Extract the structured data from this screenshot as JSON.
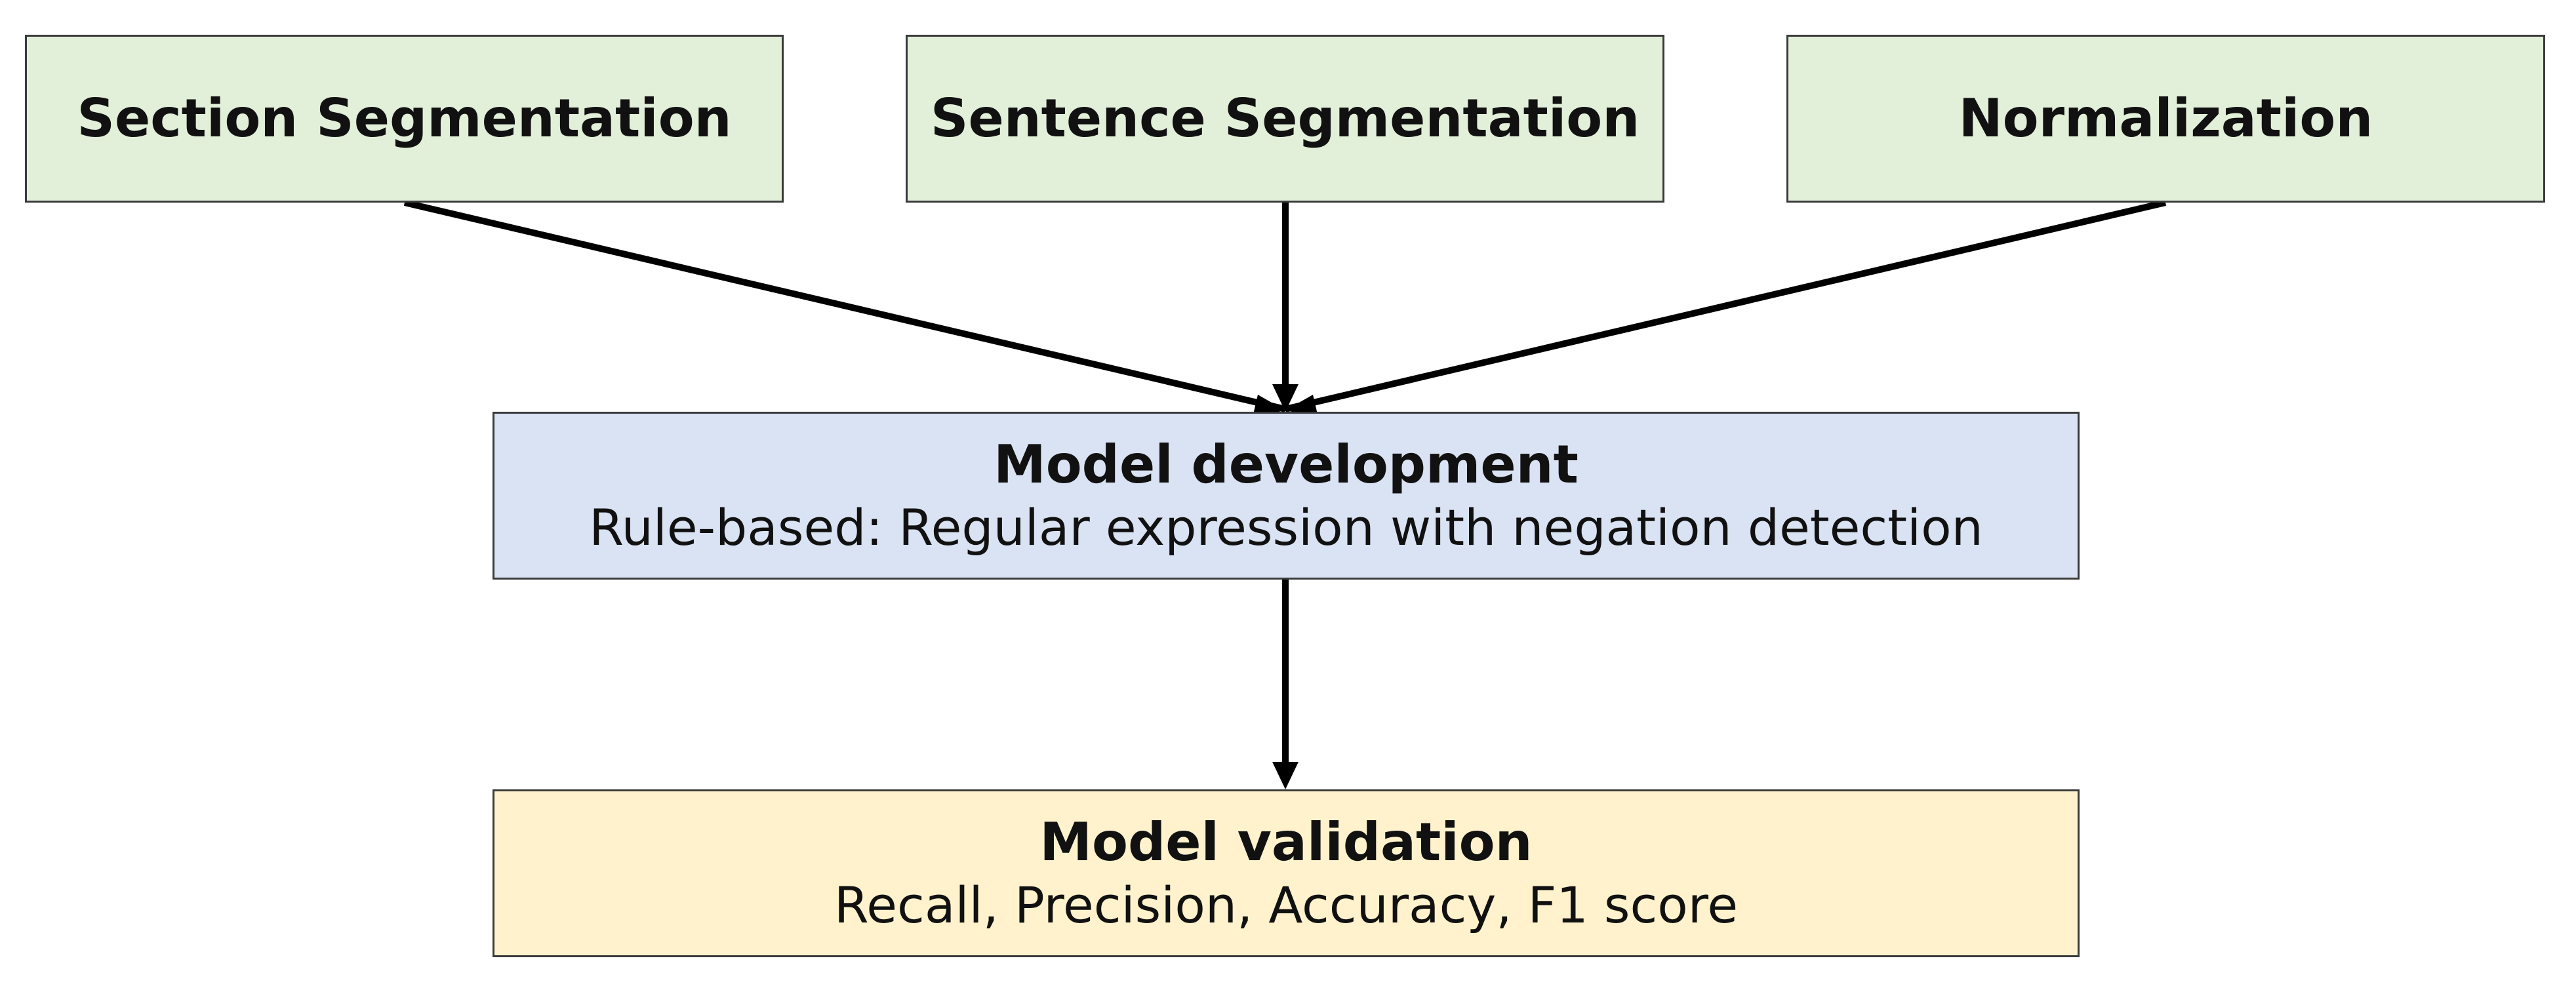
{
  "inputs": [
    {
      "label": "Section Segmentation"
    },
    {
      "label": "Sentence Segmentation"
    },
    {
      "label": "Normalization"
    }
  ],
  "development": {
    "title": "Model development",
    "subtitle": "Rule-based: Regular expression with negation detection"
  },
  "validation": {
    "title": "Model validation",
    "subtitle": "Recall, Precision, Accuracy, F1 score"
  },
  "colors": {
    "input_fill": "#e2efd9",
    "development_fill": "#dae3f3",
    "validation_fill": "#fff2cc",
    "border": "#3a3a3a",
    "arrow": "#000000"
  }
}
